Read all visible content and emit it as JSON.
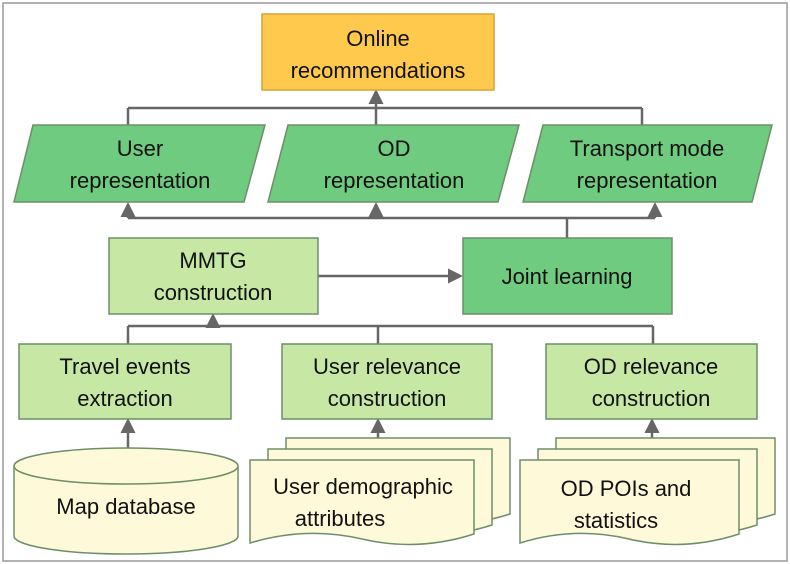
{
  "colors": {
    "orange_fill": "#FFC94D",
    "orange_stroke": "#D6A433",
    "dark_green_fill": "#6FCB7F",
    "light_green_fill": "#C7E8A5",
    "green_stroke": "#6E8E6A",
    "cream_fill": "#FEF9D9",
    "line": "#666666"
  },
  "nodes": {
    "online": [
      "Online",
      "recommendations"
    ],
    "user_rep": [
      "User",
      "representation"
    ],
    "od_rep": [
      "OD",
      "representation"
    ],
    "transport_rep": [
      "Transport mode",
      "representation"
    ],
    "mmtg": [
      "MMTG",
      "construction"
    ],
    "joint": [
      "Joint learning"
    ],
    "travel_events": [
      "Travel events",
      "extraction"
    ],
    "user_relevance": [
      "User relevance",
      "construction"
    ],
    "od_relevance": [
      "OD relevance",
      "construction"
    ],
    "map_db": [
      "Map database"
    ],
    "user_demo": [
      "User demographic",
      "attributes"
    ],
    "od_pois": [
      "OD POIs and",
      "statistics"
    ]
  }
}
